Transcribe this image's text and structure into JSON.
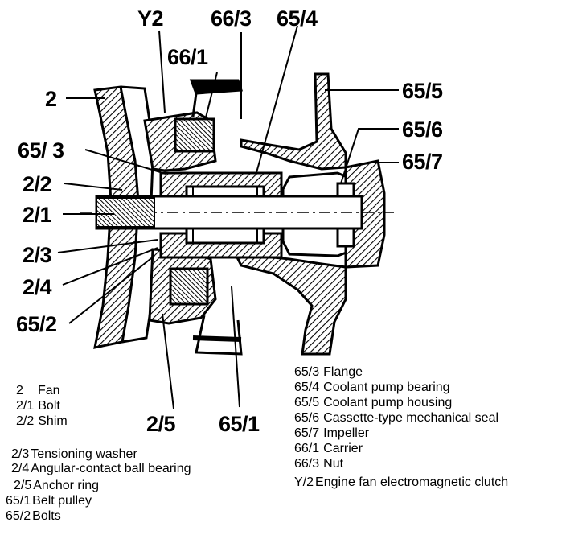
{
  "callouts": {
    "y2": "Y2",
    "c66_3_top": "66/3",
    "c65_4": "65/4",
    "c66_1_top": "66/1",
    "c2": "2",
    "c65_5": "65/5",
    "c65_6": "65/6",
    "c65_3": "65/ 3",
    "c65_7": "65/7",
    "c2_2": "2/2",
    "c2_1": "2/1",
    "c2_3": "2/3",
    "c2_4": "2/4",
    "c65_2": "65/2",
    "c2_5": "2/5",
    "c65_1": "65/1"
  },
  "legend_left": [
    {
      "code": "2",
      "text": "Fan"
    },
    {
      "code": "2/1",
      "text": "Bolt"
    },
    {
      "code": "2/2",
      "text": "Shim"
    },
    {
      "code": "2/3",
      "text": "Tensioning washer"
    },
    {
      "code": "2/4",
      "text": "Angular-contact ball bearing"
    },
    {
      "code": "2/5",
      "text": "Anchor ring"
    },
    {
      "code": "65/1",
      "text": "Belt pulley"
    },
    {
      "code": "65/2",
      "text": "Bolts"
    }
  ],
  "legend_right": [
    {
      "code": "65/3",
      "text": "Flange"
    },
    {
      "code": "65/4",
      "text": "Coolant pump bearing"
    },
    {
      "code": "65/5",
      "text": "Coolant pump housing"
    },
    {
      "code": "65/6",
      "text": "Cassette-type mechanical seal"
    },
    {
      "code": "65/7",
      "text": "Impeller"
    },
    {
      "code": "66/1",
      "text": "Carrier"
    },
    {
      "code": "66/3",
      "text": "Nut"
    },
    {
      "code": "Y/2",
      "text": "Engine fan electromagnetic clutch"
    }
  ]
}
